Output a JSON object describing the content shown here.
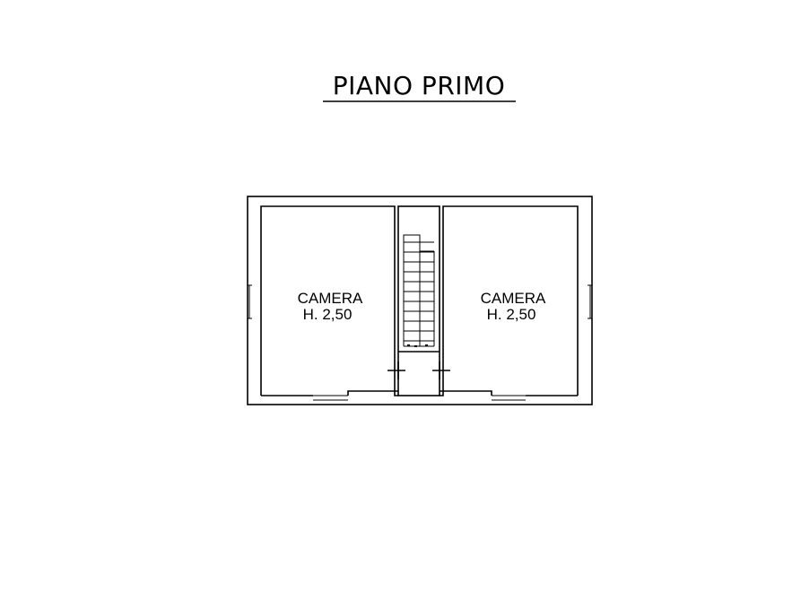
{
  "title": "PIANO PRIMO",
  "rooms": [
    {
      "name": "CAMERA",
      "height": "H. 2,50"
    },
    {
      "name": "CAMERA",
      "height": "H. 2,50"
    }
  ],
  "colors": {
    "line": "#000000",
    "background": "#ffffff"
  }
}
